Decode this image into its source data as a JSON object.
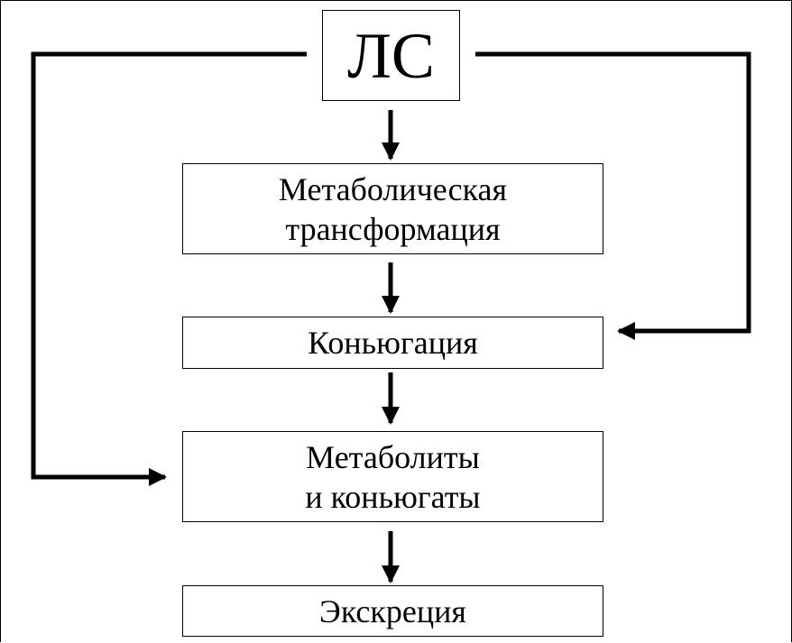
{
  "diagram": {
    "nodes": {
      "ls": "ЛС",
      "metabolic": "Метаболическая\nтрансформация",
      "conjugation": "Коньюгация",
      "metabolites": "Метаболиты\nи коньюгаты",
      "excretion": "Экскреция"
    },
    "edges": [
      {
        "from": "ls",
        "to": "metabolic"
      },
      {
        "from": "metabolic",
        "to": "conjugation"
      },
      {
        "from": "conjugation",
        "to": "metabolites"
      },
      {
        "from": "metabolites",
        "to": "excretion"
      },
      {
        "from": "ls",
        "to": "conjugation"
      },
      {
        "from": "ls",
        "to": "metabolites"
      }
    ],
    "line_color": "#000000"
  }
}
